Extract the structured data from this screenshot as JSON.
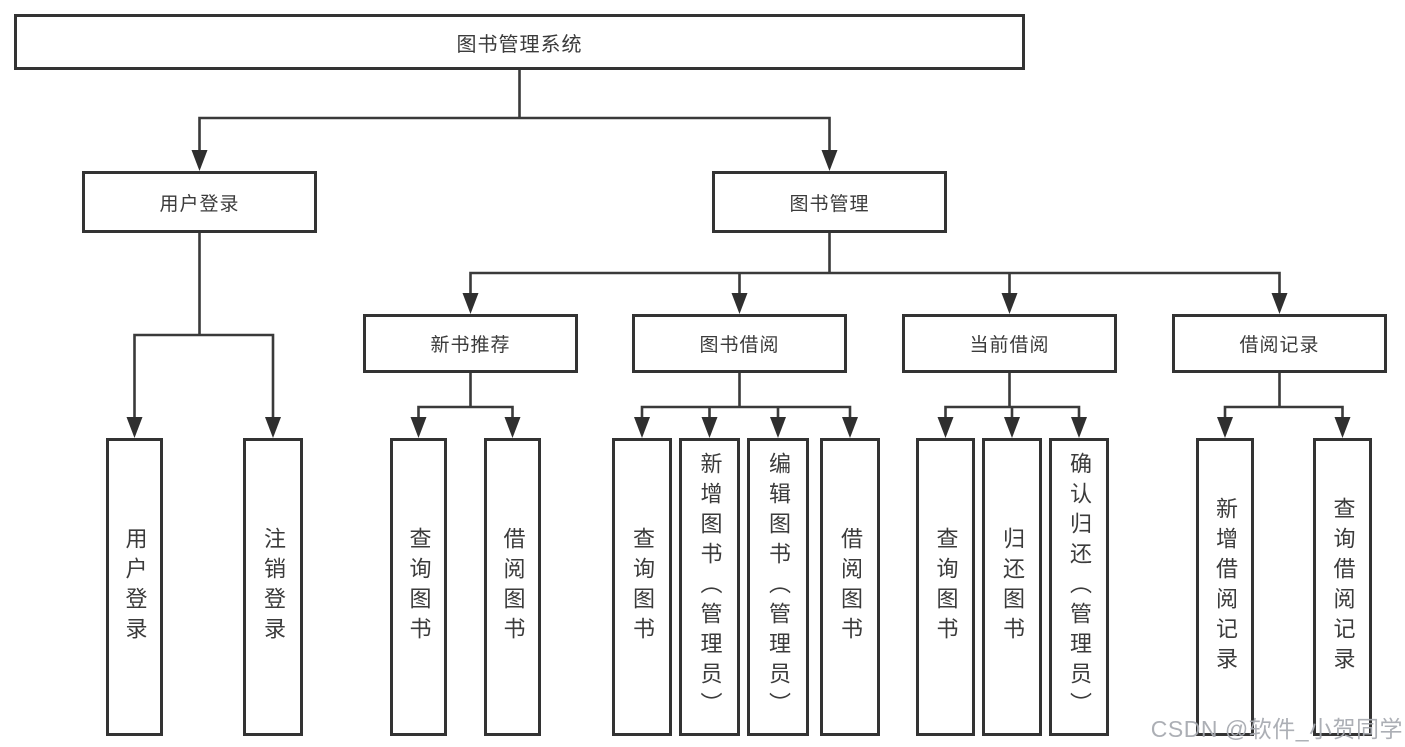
{
  "colors": {
    "box_border": "#333333",
    "connector_line": "#3a3a3a",
    "arrowhead": "#2f2f2f",
    "node_text": "#3b3b3b",
    "watermark_text": "#a8abb1",
    "background": "#ffffff"
  },
  "watermark": {
    "text": "CSDN @软件_小贺同学"
  },
  "root": {
    "label": "图书管理系统"
  },
  "level2": {
    "user_login": {
      "label": "用户登录"
    },
    "book_mgmt": {
      "label": "图书管理"
    }
  },
  "level3": {
    "new_books": {
      "label": "新书推荐"
    },
    "borrowing": {
      "label": "图书借阅"
    },
    "current": {
      "label": "当前借阅"
    },
    "records": {
      "label": "借阅记录"
    }
  },
  "leaves": {
    "user_login": [
      "用户登录",
      "注销登录"
    ],
    "new_books": [
      "查询图书",
      "借阅图书"
    ],
    "borrowing": [
      "查询图书",
      "新增图书（管理员）",
      "编辑图书（管理员）",
      "借阅图书"
    ],
    "current": [
      "查询图书",
      "归还图书",
      "确认归还（管理员）"
    ],
    "records": [
      "新增借阅记录",
      "查询借阅记录"
    ]
  }
}
